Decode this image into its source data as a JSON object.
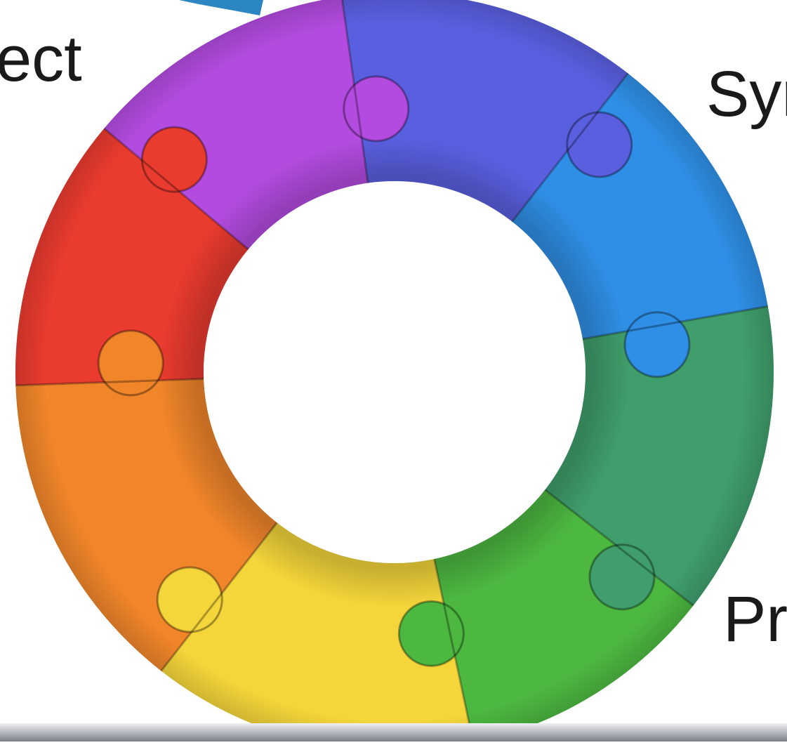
{
  "labels": {
    "top_left": "ect",
    "top_right": "Syr",
    "bottom_right": "Pr"
  },
  "pieces": [
    {
      "name": "blue-violet",
      "color": "#5a5fe0"
    },
    {
      "name": "blue",
      "color": "#2f8fe6"
    },
    {
      "name": "teal-green",
      "color": "#3f9e6b"
    },
    {
      "name": "green",
      "color": "#4cb840"
    },
    {
      "name": "yellow",
      "color": "#f4d53a"
    },
    {
      "name": "orange",
      "color": "#f0852a"
    },
    {
      "name": "red",
      "color": "#ea3b2f"
    },
    {
      "name": "purple",
      "color": "#b34be0"
    }
  ],
  "arrow_color": "#2b86c2"
}
